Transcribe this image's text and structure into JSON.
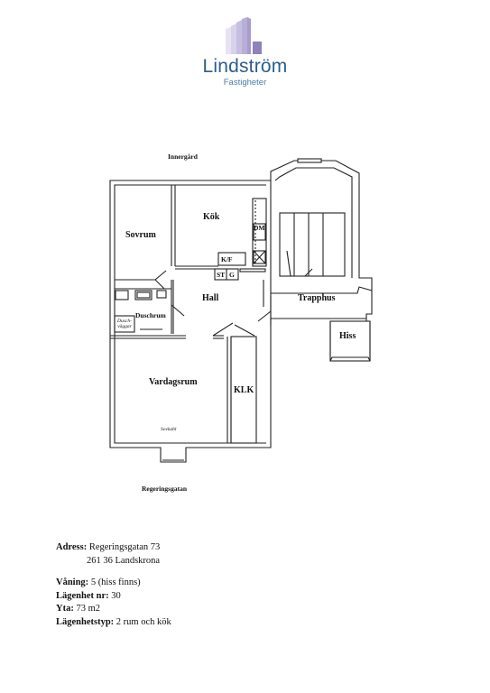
{
  "brand": {
    "name": "Lindström",
    "subtitle": "Fastigheter",
    "logo_icon": "building-logo-icon",
    "color": "#2c5e8c"
  },
  "plan": {
    "top_label": "Innergård",
    "bottom_label": "Regeringsgatan",
    "rooms": {
      "sovrum": "Sovrum",
      "kok": "Kök",
      "hall": "Hall",
      "trapphus": "Trapphus",
      "hiss": "Hiss",
      "duschrum": "Duschrum",
      "vardagsrum": "Vardagsrum",
      "klk": "KLK"
    },
    "fixtures": {
      "dm": "DM",
      "kf": "K/F",
      "st": "ST",
      "g": "G",
      "duschvaggar": "Dusch-väggar",
      "sovsoffa": "Sovkabl"
    }
  },
  "info": {
    "address_key": "Adress:",
    "address_line1": "Regeringsgatan 73",
    "address_line2": "261 36 Landskrona",
    "floor_key": "Våning:",
    "floor_value": "5 (hiss finns)",
    "apartment_key": "Lägenhet nr:",
    "apartment_value": "30",
    "area_key": "Yta:",
    "area_value": "73 m2",
    "type_key": "Lägenhetstyp:",
    "type_value": "2 rum och kök"
  }
}
